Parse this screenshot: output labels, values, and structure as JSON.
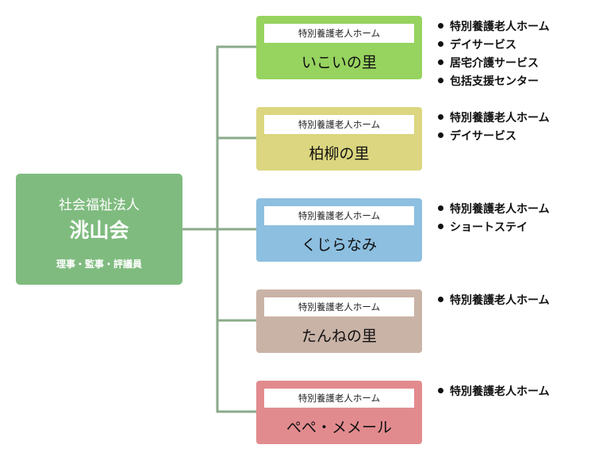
{
  "colors": {
    "connector": "#8aaa8a",
    "root": "#7fbb7f"
  },
  "organization": {
    "type": "社会福祉法人",
    "name": "洮山会",
    "note": "理事・監事・評議員"
  },
  "facilities": [
    {
      "type": "特別養護老人ホーム",
      "name": "いこいの里",
      "color": "#97d35f",
      "services": [
        "特別養護老人ホーム",
        "デイサービス",
        "居宅介護サービス",
        "包括支援センター"
      ]
    },
    {
      "type": "特別養護老人ホーム",
      "name": "柏柳の里",
      "color": "#dbd67f",
      "services": [
        "特別養護老人ホーム",
        "デイサービス"
      ]
    },
    {
      "type": "特別養護老人ホーム",
      "name": "くじらなみ",
      "color": "#8dbfe0",
      "services": [
        "特別養護老人ホーム",
        "ショートステイ"
      ]
    },
    {
      "type": "特別養護老人ホーム",
      "name": "たんねの里",
      "color": "#c9b3a7",
      "services": [
        "特別養護老人ホーム"
      ]
    },
    {
      "type": "特別養護老人ホーム",
      "name": "ぺぺ・メメール",
      "color": "#e28b8f",
      "services": [
        "特別養護老人ホーム"
      ]
    }
  ]
}
